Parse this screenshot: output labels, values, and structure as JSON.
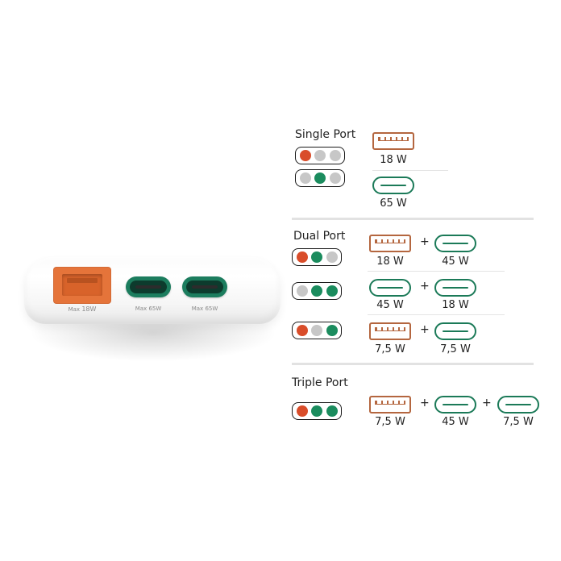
{
  "device": {
    "ports": [
      {
        "type": "usb-a",
        "caption_prefix": "Max",
        "caption_value": "18W",
        "color": "#e5743a"
      },
      {
        "type": "usb-c",
        "caption_prefix": "Max",
        "caption_value": "65W",
        "color": "#1c7d5e"
      },
      {
        "type": "usb-c",
        "caption_prefix": "Max",
        "caption_value": "65W",
        "color": "#1c7d5e"
      }
    ]
  },
  "colors": {
    "usb_a": "#b4663f",
    "usb_c": "#1b7a58",
    "led_red": "#d94d2a",
    "led_green": "#1b8c5e",
    "led_off": "#c7c7c7"
  },
  "sections": {
    "single": {
      "title": "Single Port",
      "rows": [
        {
          "leds": [
            "red",
            "off",
            "off"
          ],
          "ports": [
            {
              "icon": "usb-a-icon",
              "watt": "18 W"
            }
          ]
        },
        {
          "leds": [
            "off",
            "green",
            "off"
          ],
          "ports": [
            {
              "icon": "usb-c-icon",
              "watt": "65 W"
            }
          ]
        }
      ]
    },
    "dual": {
      "title": "Dual Port",
      "plus": "+",
      "rows": [
        {
          "leds": [
            "red",
            "green",
            "off"
          ],
          "ports": [
            {
              "icon": "usb-a-icon",
              "watt": "18 W"
            },
            {
              "icon": "usb-c-icon",
              "watt": "45 W"
            }
          ]
        },
        {
          "leds": [
            "off",
            "green",
            "green"
          ],
          "ports": [
            {
              "icon": "usb-c-icon",
              "watt": "45 W"
            },
            {
              "icon": "usb-c-icon",
              "watt": "18 W"
            }
          ]
        },
        {
          "leds": [
            "red",
            "off",
            "green"
          ],
          "ports": [
            {
              "icon": "usb-a-icon",
              "watt": "7,5 W"
            },
            {
              "icon": "usb-c-icon",
              "watt": "7,5 W"
            }
          ]
        }
      ]
    },
    "triple": {
      "title": "Triple Port",
      "plus": "+",
      "rows": [
        {
          "leds": [
            "red",
            "green",
            "green"
          ],
          "ports": [
            {
              "icon": "usb-a-icon",
              "watt": "7,5 W"
            },
            {
              "icon": "usb-c-icon",
              "watt": "45 W"
            },
            {
              "icon": "usb-c-icon",
              "watt": "7,5 W"
            }
          ]
        }
      ]
    }
  }
}
